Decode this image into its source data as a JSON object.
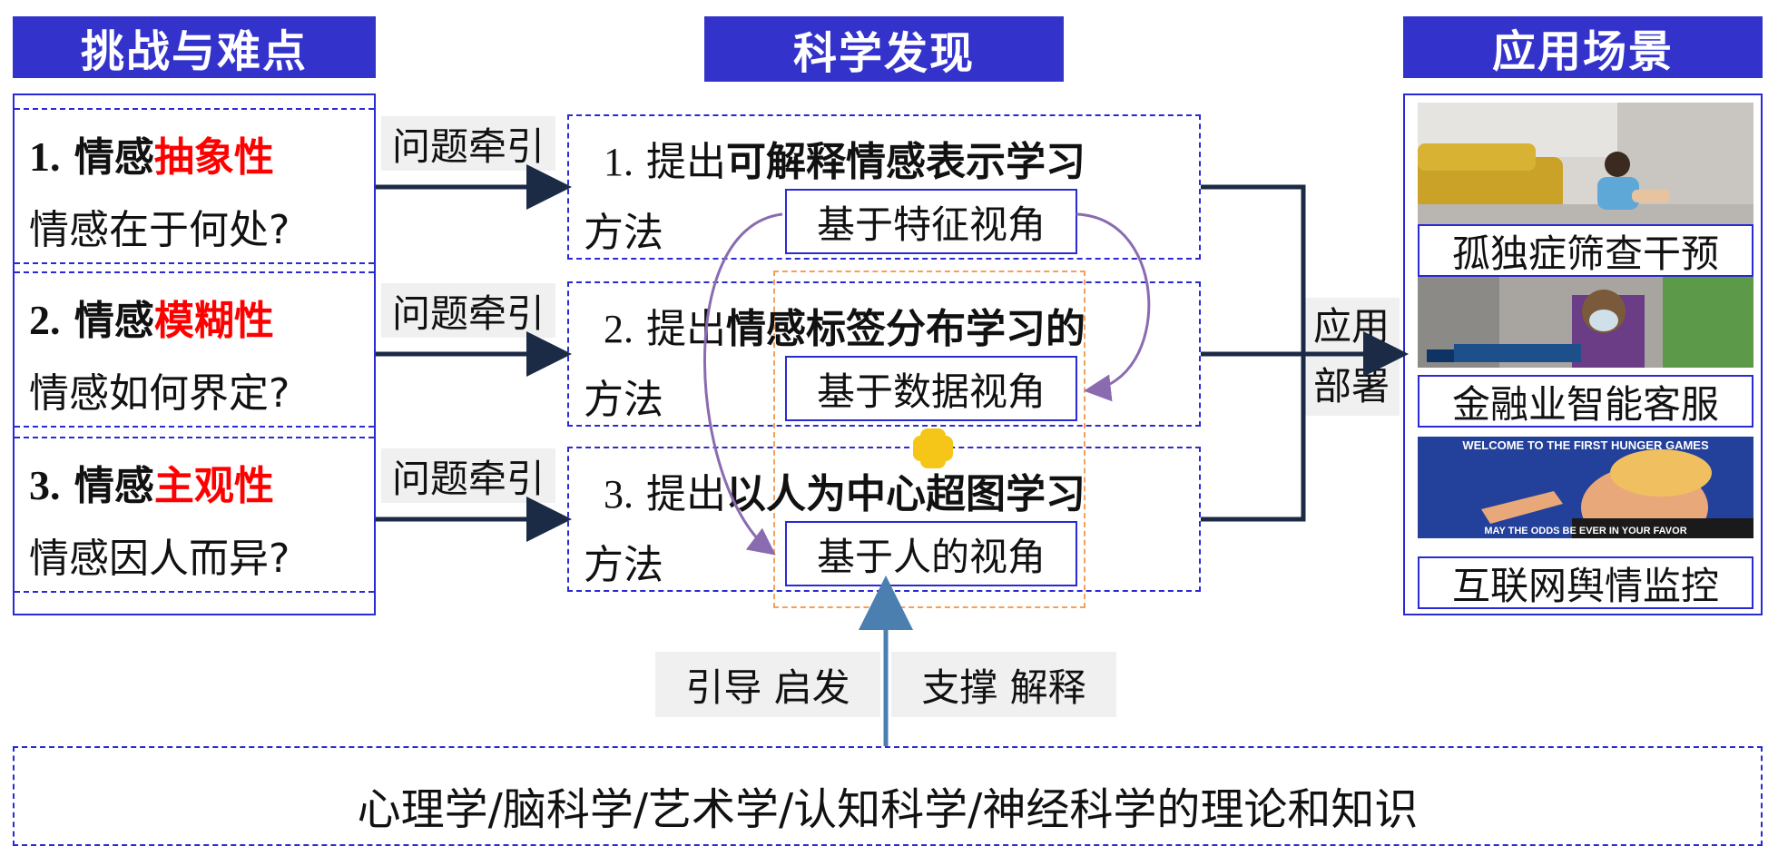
{
  "headers": {
    "challenges": "挑战与难点",
    "discovery": "科学发现",
    "application": "应用场景"
  },
  "challenges": [
    {
      "num": "1.",
      "prefix": "情感",
      "highlight": "抽象性",
      "question": "情感在于何处?"
    },
    {
      "num": "2.",
      "prefix": "情感",
      "highlight": "模糊性",
      "question": "情感如何界定?"
    },
    {
      "num": "3.",
      "prefix": "情感",
      "highlight": "主观性",
      "question": "情感因人而异?"
    }
  ],
  "arrow_label": "问题牵引",
  "methods": [
    {
      "num": "1.",
      "lead": "提出",
      "bold": "可解释情感表示学习",
      "line2": "方法",
      "view": "基于特征视角"
    },
    {
      "num": "2.",
      "lead": "提出",
      "bold": "情感标签分布学习的",
      "line2": "方法",
      "view": "基于数据视角"
    },
    {
      "num": "3.",
      "lead": "提出",
      "bold": "以人为中心超图学习",
      "line2": "方法",
      "view": "基于人的视角"
    }
  ],
  "deploy": {
    "line1": "应用",
    "line2": "部署"
  },
  "applications": [
    {
      "label": "孤独症筛查干预",
      "image": "child-sitting-photo"
    },
    {
      "label": "金融业智能客服",
      "image": "masked-woman-news-photo"
    },
    {
      "label": "互联网舆情监控",
      "image": "politician-meme-photo"
    }
  ],
  "meme_text": {
    "top": "WELCOME TO THE FIRST HUNGER GAMES",
    "bottom": "MAY THE ODDS BE EVER IN YOUR FAVOR"
  },
  "support": {
    "left": "引导 启发",
    "right": "支撑 解释"
  },
  "theory": "心理学/脑科学/艺术学/认知科学/神经科学的理论和知识",
  "colors": {
    "header_bg": "#3333cc",
    "border_blue": "#2a2ad4",
    "highlight_red": "#ff0000",
    "arrow_navy": "#1b2a45",
    "curve_purple": "#8a6bb0",
    "dash_orange": "#f5a05a",
    "plus_yellow": "#f5c518",
    "up_arrow": "#4a7fb0"
  }
}
